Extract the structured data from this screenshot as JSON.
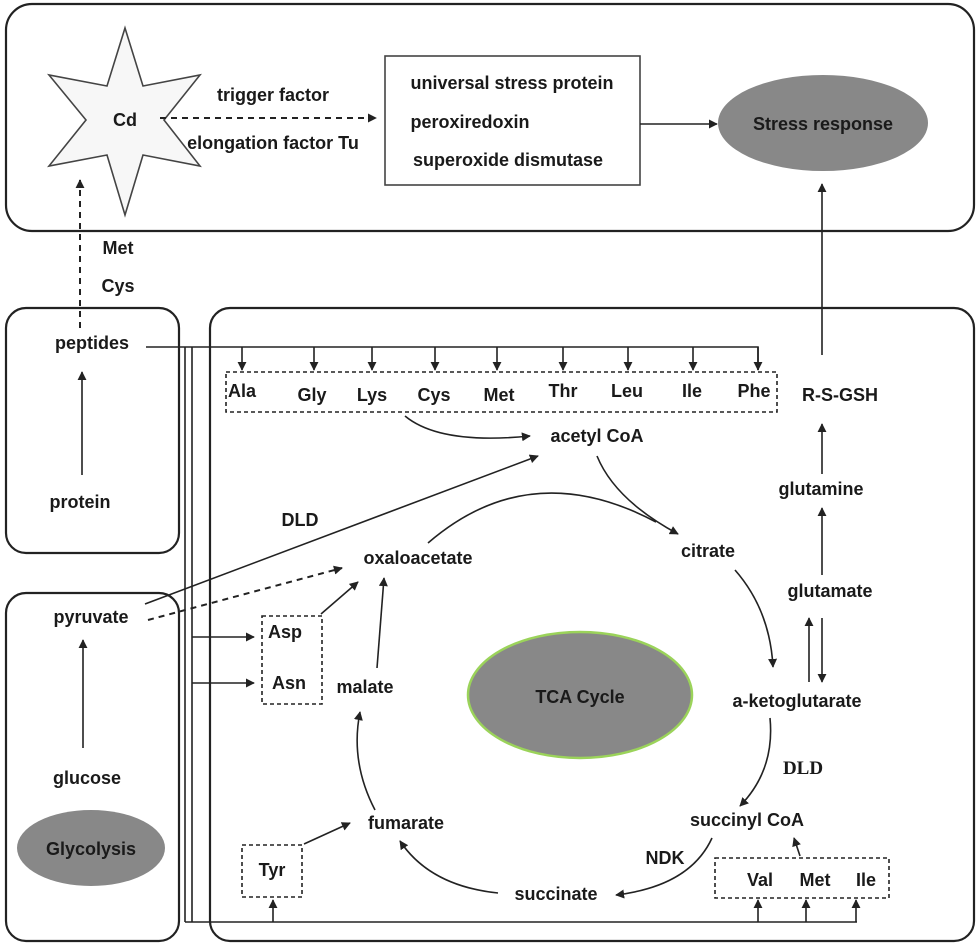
{
  "nodes": {
    "cd": "Cd",
    "trigger_factor": "trigger factor",
    "elongation_factor": "elongation factor Tu",
    "proteins": [
      "universal stress protein",
      "peroxiredoxin",
      "superoxide dismutase"
    ],
    "stress_response": "Stress response",
    "met": "Met",
    "cys": "Cys",
    "peptides": "peptides",
    "protein": "protein",
    "pyruvate": "pyruvate",
    "glucose": "glucose",
    "glycolysis": "Glycolysis",
    "amino_acids_top": [
      "Ala",
      "Gly",
      "Lys",
      "Cys",
      "Met",
      "Thr",
      "Leu",
      "Ile",
      "Phe"
    ],
    "rsgsh": "R-S-GSH",
    "acetyl_coa": "acetyl CoA",
    "dld_left": "DLD",
    "oxaloacetate": "oxaloacetate",
    "citrate": "citrate",
    "glutamine": "glutamine",
    "glutamate": "glutamate",
    "asp": "Asp",
    "asn": "Asn",
    "malate": "malate",
    "tca_cycle": "TCA Cycle",
    "a_ketoglutarate": "a-ketoglutarate",
    "dld_right": "DLD",
    "succinyl_coa": "succinyl CoA",
    "fumarate": "fumarate",
    "tyr": "Tyr",
    "ndk": "NDK",
    "succinate": "succinate",
    "amino_acids_bottom": [
      "Val",
      "Met",
      "Ile"
    ]
  },
  "colors": {
    "node_fill": "#888888",
    "tca_outline": "#9bd35a",
    "star_fill": "#f7f7f7",
    "line": "#222222"
  }
}
